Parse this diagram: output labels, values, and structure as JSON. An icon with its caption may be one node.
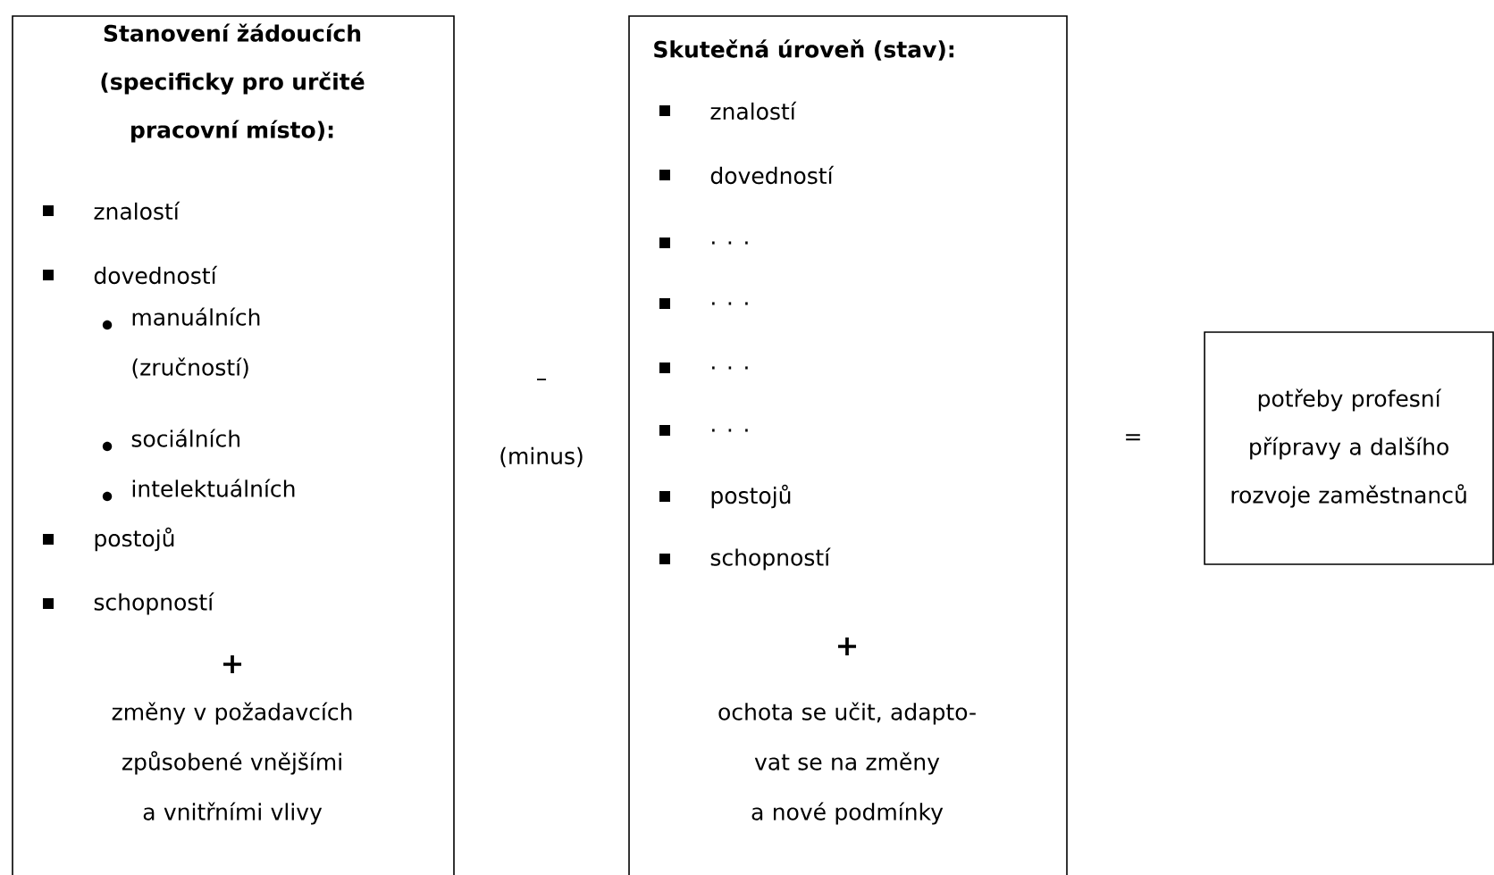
{
  "diagram": {
    "nodes": [
      {
        "text": [
          "Stanovení žádoucích (specificky pro určité pracovní místo):",
          "znalostí",
          "dovedností",
          "manuálních (zručností)",
          "sociálních",
          "intelektuálních",
          "postojů",
          "schopností",
          "+",
          "změny v požadavcích způsobené vnějšími a vnitřními vlivy"
        ]
      },
      {
        "text": [
          "Skutečná úroveň (stav):",
          "znalostí",
          "dovedností",
          ". . .",
          ". . .",
          ". . .",
          ". . .",
          "postojů",
          "schopností",
          "+",
          "ochota se učit, adapto- vat se na změny a nové podmínky"
        ]
      },
      {
        "text": [
          "potřeby profesní přípravy a dalšího rozvoje zaměstnanců"
        ]
      }
    ],
    "labels": [
      "–",
      "(minus)",
      "="
    ]
  }
}
